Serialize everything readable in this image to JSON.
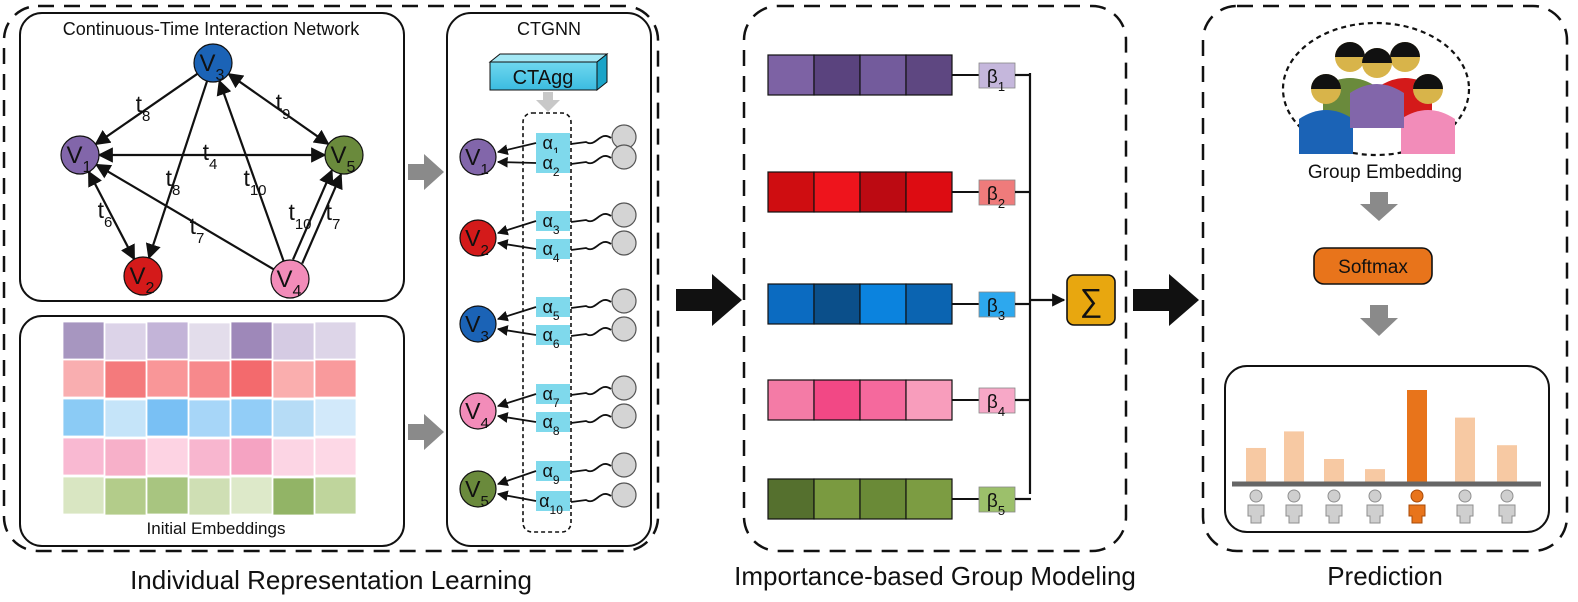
{
  "sections": {
    "individual": "Individual Representation Learning",
    "group": "Importance-based Group Modeling",
    "prediction": "Prediction"
  },
  "network": {
    "title": "Continuous-Time Interaction Network",
    "nodes": [
      {
        "id": "V1",
        "base": "V",
        "sub": "1",
        "color": "#8266aa"
      },
      {
        "id": "V2",
        "base": "V",
        "sub": "2",
        "color": "#d41a1a"
      },
      {
        "id": "V3",
        "base": "V",
        "sub": "3",
        "color": "#1b63b6"
      },
      {
        "id": "V4",
        "base": "V",
        "sub": "4",
        "color": "#f28cb9"
      },
      {
        "id": "V5",
        "base": "V",
        "sub": "5",
        "color": "#6a8a3c"
      }
    ],
    "edge_labels": [
      {
        "base": "t",
        "sub": "8"
      },
      {
        "base": "t",
        "sub": "9"
      },
      {
        "base": "t",
        "sub": "4"
      },
      {
        "base": "t",
        "sub": "8"
      },
      {
        "base": "t",
        "sub": "10"
      },
      {
        "base": "t",
        "sub": "6"
      },
      {
        "base": "t",
        "sub": "7"
      },
      {
        "base": "t",
        "sub": "10"
      },
      {
        "base": "t",
        "sub": "7"
      }
    ]
  },
  "embeddings": {
    "title": "Initial Embeddings",
    "rows": [
      [
        "#a796c0",
        "#dcd3e8",
        "#c3b4d8",
        "#e3ddeb",
        "#9e88b9",
        "#d5cbe3",
        "#ddd5e8"
      ],
      [
        "#f9aeb0",
        "#f47a7c",
        "#f99698",
        "#f7898c",
        "#f36a6d",
        "#faaeae",
        "#f99a9c"
      ],
      [
        "#8bcbf5",
        "#c5e4f9",
        "#79c0f4",
        "#a7d6f8",
        "#92cdf7",
        "#b6dcf6",
        "#d2e9fa"
      ],
      [
        "#f9b9d2",
        "#f7b0c9",
        "#fdd3e3",
        "#f8b6cf",
        "#f5a3c2",
        "#fcd5e4",
        "#fdd8e6"
      ],
      [
        "#d9e6c2",
        "#b3cc8a",
        "#a8c580",
        "#cfdfb4",
        "#dde9c9",
        "#92b466",
        "#bfd59c"
      ]
    ]
  },
  "ctgnn": {
    "title": "CTGNN",
    "agg": "CTAgg",
    "nodes": [
      {
        "base": "V",
        "sub": "1",
        "color": "#8266aa"
      },
      {
        "base": "V",
        "sub": "2",
        "color": "#d41a1a"
      },
      {
        "base": "V",
        "sub": "3",
        "color": "#1b63b6"
      },
      {
        "base": "V",
        "sub": "4",
        "color": "#f28cb9"
      },
      {
        "base": "V",
        "sub": "5",
        "color": "#6a8a3c"
      }
    ],
    "alphas": [
      {
        "base": "α",
        "sub": "1"
      },
      {
        "base": "α",
        "sub": "2"
      },
      {
        "base": "α",
        "sub": "3"
      },
      {
        "base": "α",
        "sub": "4"
      },
      {
        "base": "α",
        "sub": "5"
      },
      {
        "base": "α",
        "sub": "6"
      },
      {
        "base": "α",
        "sub": "7"
      },
      {
        "base": "α",
        "sub": "8"
      },
      {
        "base": "α",
        "sub": "9"
      },
      {
        "base": "α",
        "sub": "10"
      }
    ],
    "alpha_color": "#7fd9ec"
  },
  "group": {
    "vectors": [
      {
        "cells": [
          "#7d62a4",
          "#5a437e",
          "#735b9c",
          "#5e4781"
        ],
        "beta": {
          "base": "β",
          "sub": "1"
        },
        "beta_color": "#c5b7dc"
      },
      {
        "cells": [
          "#cf0d11",
          "#ee141c",
          "#bc0a12",
          "#dd0c12"
        ],
        "beta": {
          "base": "β",
          "sub": "2"
        },
        "beta_color": "#ef7b7b"
      },
      {
        "cells": [
          "#0b6bc1",
          "#0b4f8a",
          "#0b83de",
          "#0b64b1"
        ],
        "beta": {
          "base": "β",
          "sub": "3"
        },
        "beta_color": "#2da8ee"
      },
      {
        "cells": [
          "#f47ba6",
          "#f24885",
          "#f5699d",
          "#f89dbc"
        ],
        "beta": {
          "base": "β",
          "sub": "4"
        },
        "beta_color": "#f7a8c7"
      },
      {
        "cells": [
          "#55702e",
          "#7a9a40",
          "#6a8a37",
          "#7c9c42"
        ],
        "beta": {
          "base": "β",
          "sub": "5"
        },
        "beta_color": "#9cc06b"
      }
    ],
    "sum_symbol": "∑",
    "sum_color": "#e8a70f"
  },
  "prediction": {
    "group_label": "Group Embedding",
    "softmax": "Softmax",
    "softmax_color": "#e8741b",
    "bar_values": [
      0.37,
      0.55,
      0.25,
      0.14,
      1.0,
      0.7,
      0.4
    ],
    "highlight_index": 4,
    "bar_color": "#f7c9a3",
    "highlight_color": "#e8741b",
    "person_color": "#cfcfcf"
  }
}
